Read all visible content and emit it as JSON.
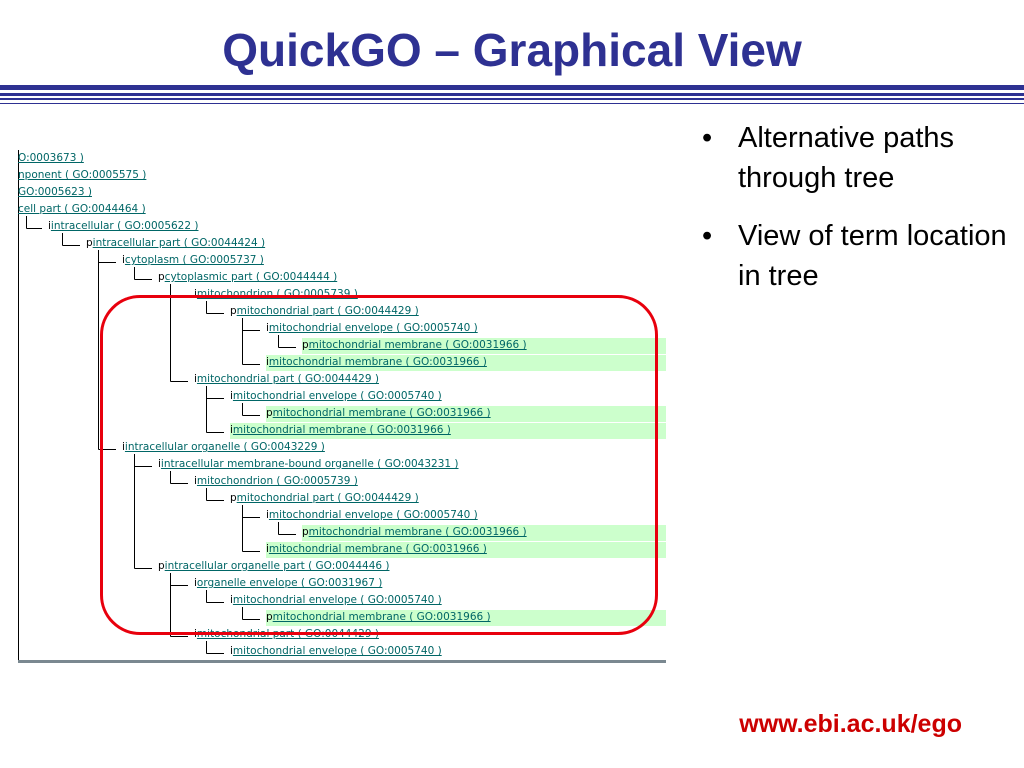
{
  "slide": {
    "title": "QuickGO – Graphical View",
    "bullets": [
      "Alternative paths through tree",
      "View of term location in tree"
    ],
    "footer_url": "www.ebi.ac.uk/ego"
  },
  "colors": {
    "title": "#2e3192",
    "rule": "#2e3192",
    "footer": "#cc0000",
    "oval": "#e8000d",
    "link": "#006666",
    "row_highlight": "#ccffcc"
  },
  "tree": {
    "rows": [
      {
        "rel": "",
        "text": "O:0003673 )",
        "hl": false
      },
      {
        "rel": "",
        "text": "nponent ( GO:0005575 )",
        "hl": false
      },
      {
        "rel": "",
        "text": "GO:0005623 )",
        "hl": false
      },
      {
        "rel": "",
        "text": " cell part ( GO:0044464 )",
        "hl": false
      },
      {
        "rel": "i",
        "text": "intracellular ( GO:0005622 )",
        "hl": false
      },
      {
        "rel": "p",
        "text": "intracellular part ( GO:0044424 )",
        "hl": false
      },
      {
        "rel": "i",
        "text": "cytoplasm ( GO:0005737 )",
        "hl": false
      },
      {
        "rel": "p",
        "text": "cytoplasmic part ( GO:0044444 )",
        "hl": false
      },
      {
        "rel": "i",
        "text": "mitochondrion ( GO:0005739 )",
        "hl": false
      },
      {
        "rel": "p",
        "text": "mitochondrial part ( GO:0044429 )",
        "hl": false
      },
      {
        "rel": "i",
        "text": "mitochondrial envelope ( GO:0005740 )",
        "hl": false
      },
      {
        "rel": "p",
        "text": "mitochondrial membrane ( GO:0031966 )",
        "hl": true
      },
      {
        "rel": "i",
        "text": "mitochondrial membrane ( GO:0031966 )",
        "hl": true
      },
      {
        "rel": "i",
        "text": "mitochondrial part ( GO:0044429 )",
        "hl": false
      },
      {
        "rel": "i",
        "text": "mitochondrial envelope ( GO:0005740 )",
        "hl": false
      },
      {
        "rel": "p",
        "text": "mitochondrial membrane ( GO:0031966 )",
        "hl": true
      },
      {
        "rel": "i",
        "text": "mitochondrial membrane ( GO:0031966 )",
        "hl": true
      },
      {
        "rel": "i",
        "text": "intracellular organelle ( GO:0043229 )",
        "hl": false
      },
      {
        "rel": "i",
        "text": "intracellular membrane-bound organelle ( GO:0043231 )",
        "hl": false
      },
      {
        "rel": "i",
        "text": "mitochondrion ( GO:0005739 )",
        "hl": false
      },
      {
        "rel": "p",
        "text": "mitochondrial part ( GO:0044429 )",
        "hl": false
      },
      {
        "rel": "i",
        "text": "mitochondrial envelope ( GO:0005740 )",
        "hl": false
      },
      {
        "rel": "p",
        "text": "mitochondrial membrane ( GO:0031966 )",
        "hl": true
      },
      {
        "rel": "i",
        "text": "mitochondrial membrane ( GO:0031966 )",
        "hl": true
      },
      {
        "rel": "p",
        "text": "intracellular organelle part ( GO:0044446 )",
        "hl": false
      },
      {
        "rel": "i",
        "text": "organelle envelope ( GO:0031967 )",
        "hl": false
      },
      {
        "rel": "i",
        "text": "mitochondrial envelope ( GO:0005740 )",
        "hl": false
      },
      {
        "rel": "p",
        "text": "mitochondrial membrane ( GO:0031966 )",
        "hl": true
      },
      {
        "rel": "i",
        "text": "mitochondrial part ( GO:0044429 )",
        "hl": false
      },
      {
        "rel": "i",
        "text": "mitochondrial envelope ( GO:0005740 )",
        "hl": false
      }
    ]
  }
}
